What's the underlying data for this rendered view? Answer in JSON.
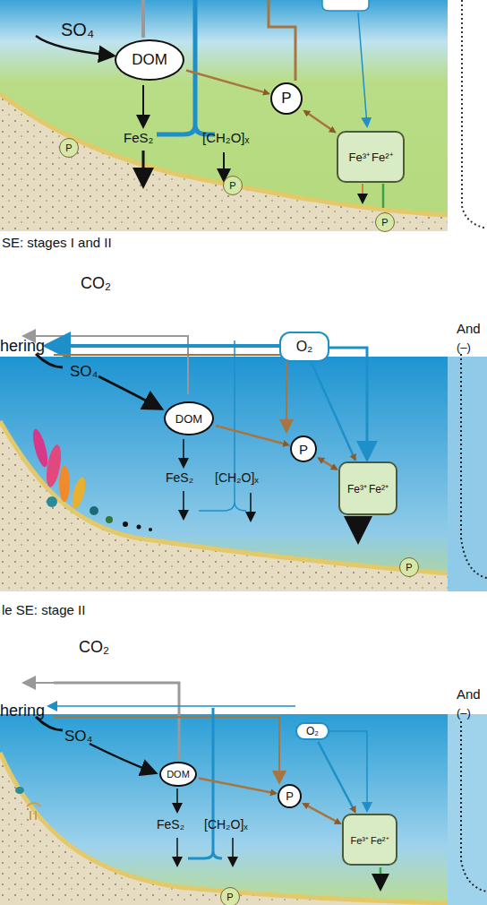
{
  "diagram": {
    "nodes": [
      {
        "text": [
          "DOM"
        ]
      },
      {
        "text": [
          "P"
        ]
      },
      {
        "text": [
          "Fe³⁺",
          "Fe²⁺"
        ]
      },
      {
        "text": [
          "P"
        ]
      },
      {
        "text": [
          "P"
        ]
      },
      {
        "text": [
          "P"
        ]
      },
      {
        "text": [
          "O₂"
        ]
      },
      {
        "text": [
          "DOM"
        ]
      },
      {
        "text": [
          "P"
        ]
      },
      {
        "text": [
          "Fe³⁺",
          "Fe²⁺"
        ]
      },
      {
        "text": [
          "P"
        ]
      },
      {
        "text": [
          "O₂"
        ]
      },
      {
        "text": [
          "DOM"
        ]
      },
      {
        "text": [
          "P"
        ]
      },
      {
        "text": [
          "Fe³⁺",
          "Fe²⁺"
        ]
      },
      {
        "text": [
          "P"
        ]
      }
    ],
    "edges": [
      {
        "from": 0,
        "to": 1,
        "arrow": "to"
      },
      {
        "from": 2,
        "to": 1,
        "arrow": "both"
      },
      {
        "from": 7,
        "to": 8,
        "arrow": "to"
      },
      {
        "from": 9,
        "to": 8,
        "arrow": "both"
      },
      {
        "from": 6,
        "to": 9,
        "arrow": "to"
      },
      {
        "from": 12,
        "to": 13,
        "arrow": "to"
      },
      {
        "from": 14,
        "to": 13,
        "arrow": "both"
      },
      {
        "from": 11,
        "to": 14,
        "arrow": "to"
      }
    ],
    "labels": [
      "SO₄",
      "FeS₂",
      "[CH₂O]ₓ",
      "SE: stages I and II",
      "CO₂",
      "hering",
      "SO₄",
      "FeS₂",
      "[CH₂O]ₓ",
      "le SE: stage II",
      "And",
      "(–)",
      "CO₂",
      "hering",
      "SO₄",
      "FeS₂",
      "[CH₂O]ₓ",
      "And",
      "(–)"
    ]
  }
}
